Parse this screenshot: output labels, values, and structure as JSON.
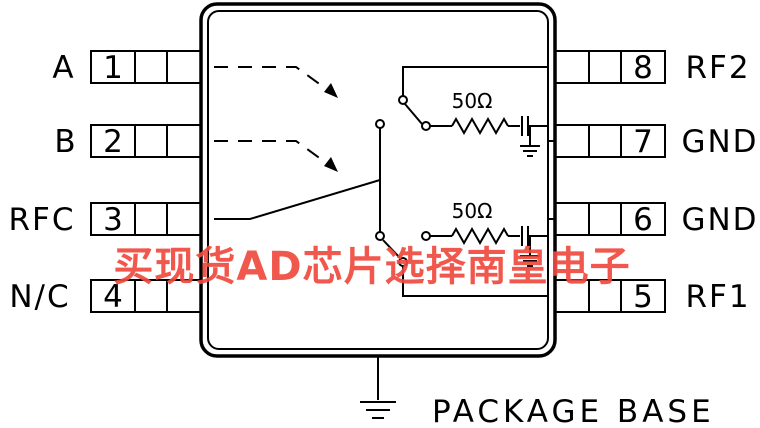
{
  "pins_left": [
    {
      "number": "1",
      "label": "A"
    },
    {
      "number": "2",
      "label": "B"
    },
    {
      "number": "3",
      "label": "RFC"
    },
    {
      "number": "4",
      "label": "N/C"
    }
  ],
  "pins_right": [
    {
      "number": "8",
      "label": "RF2"
    },
    {
      "number": "7",
      "label": "GND"
    },
    {
      "number": "6",
      "label": "GND"
    },
    {
      "number": "5",
      "label": "RF1"
    }
  ],
  "resistors": [
    {
      "label": "50Ω"
    },
    {
      "label": "50Ω"
    }
  ],
  "package_base_label": "PACKAGE BASE",
  "watermark_text": "买现货AD芯片选择南皇电子"
}
